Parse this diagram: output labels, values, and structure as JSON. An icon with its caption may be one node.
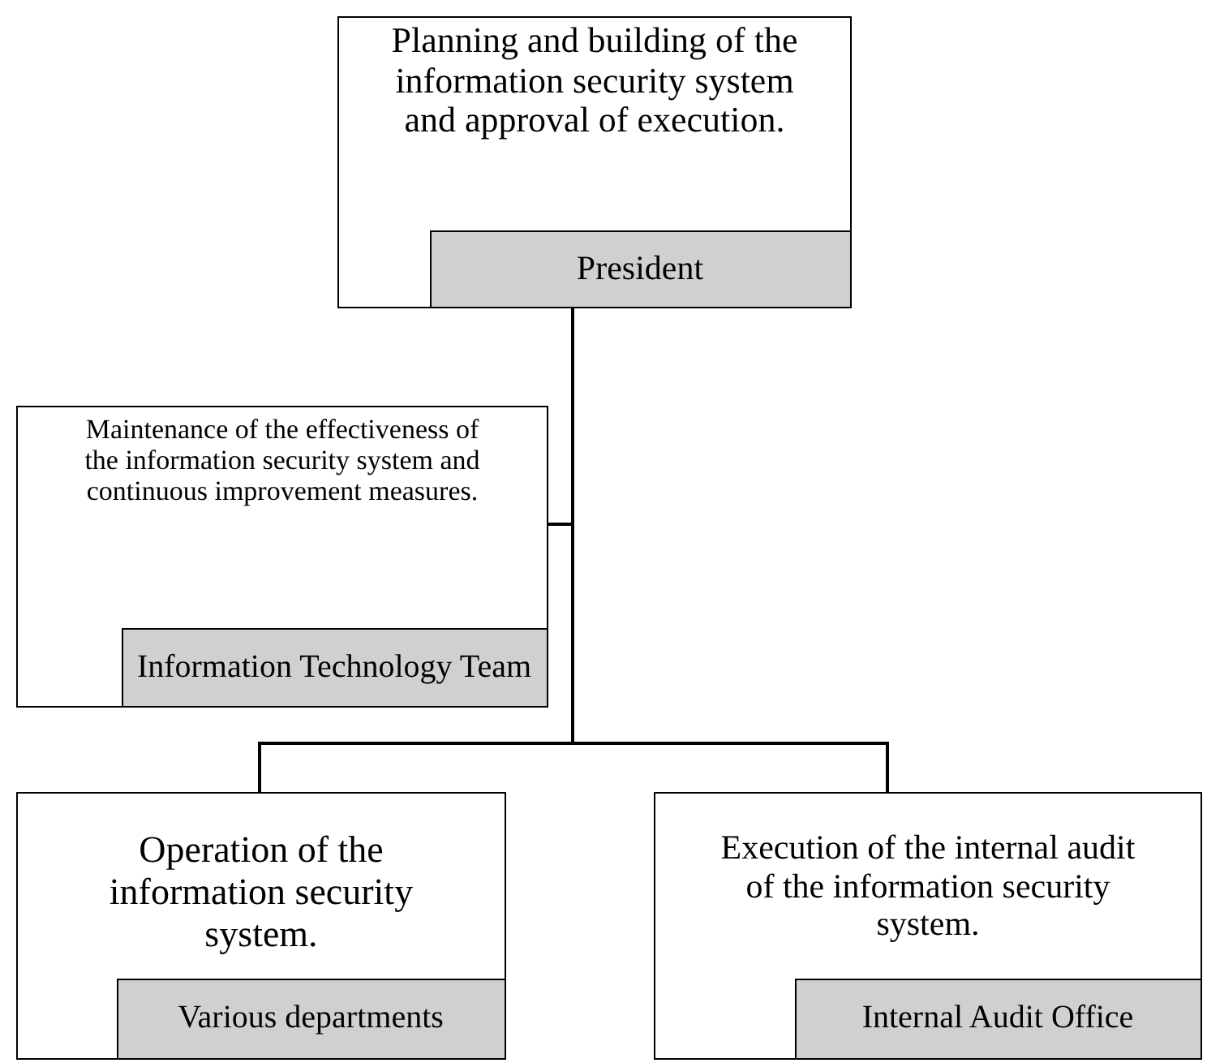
{
  "diagram": {
    "nodes": [
      {
        "text": [
          "Planning and building of the information security system and approval of execution."
        ]
      },
      {
        "text": [
          "President"
        ],
        "in": 0
      },
      {
        "text": [
          "Maintenance of the effectiveness of the information security system and continuous improvement measures."
        ]
      },
      {
        "text": [
          "Information Technology Team"
        ],
        "in": 2
      },
      {
        "text": [
          "Operation of the information security system."
        ]
      },
      {
        "text": [
          "Various departments"
        ],
        "in": 4
      },
      {
        "text": [
          "Execution of the internal audit of the information security system."
        ]
      },
      {
        "text": [
          "Internal Audit Office"
        ],
        "in": 6
      }
    ],
    "edges": [
      {
        "from": 1,
        "to": 2,
        "arrow": "none"
      },
      {
        "from": 1,
        "to": 4,
        "arrow": "none"
      },
      {
        "from": 1,
        "to": 6,
        "arrow": "none"
      }
    ]
  }
}
